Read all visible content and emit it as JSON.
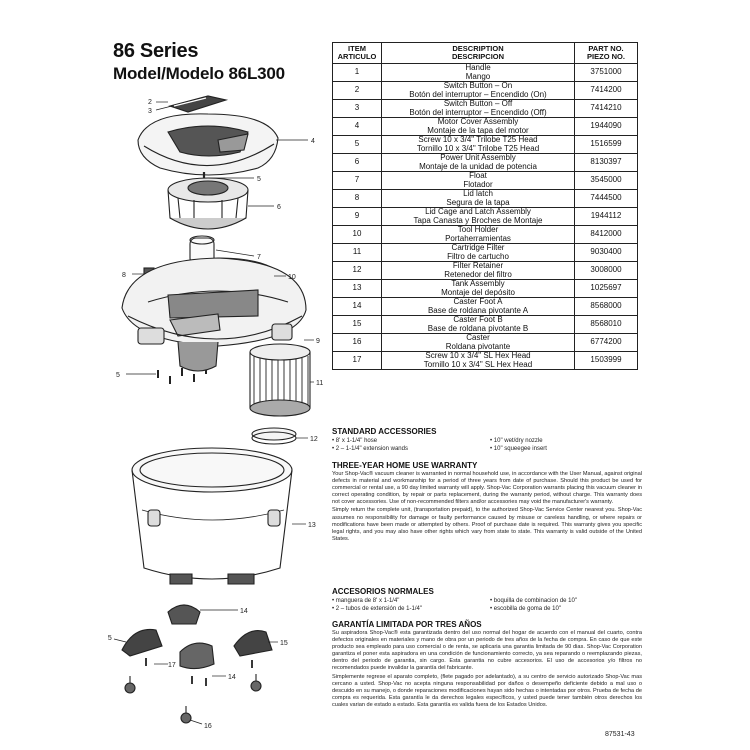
{
  "header": {
    "series": "86 Series",
    "model": "Model/Modelo 86L300"
  },
  "parts_table": {
    "headers": {
      "item": [
        "ITEM",
        "ARTICULO"
      ],
      "description": [
        "DESCRIPTION",
        "DESCRIPCION"
      ],
      "part_no": [
        "PART NO.",
        "PIEZO NO."
      ]
    },
    "rows": [
      {
        "item": "1",
        "en": "Handle",
        "es": "Mango",
        "part": "3751000"
      },
      {
        "item": "2",
        "en": "Switch Button – On",
        "es": "Botón del interruptor – Encendido (On)",
        "part": "7414200"
      },
      {
        "item": "3",
        "en": "Switch Button – Off",
        "es": "Botón del interruptor – Encendido (Off)",
        "part": "7414210"
      },
      {
        "item": "4",
        "en": "Motor Cover Assembly",
        "es": "Montaje de la tapa del motor",
        "part": "1944090"
      },
      {
        "item": "5",
        "en": "Screw 10 x 3/4\" Trilobe T25 Head",
        "es": "Tornillo 10 x 3/4\" Trilobe T25 Head",
        "part": "1516599"
      },
      {
        "item": "6",
        "en": "Power Unit Assembly",
        "es": "Montaje de la unidad de potencia",
        "part": "8130397"
      },
      {
        "item": "7",
        "en": "Float",
        "es": "Flotador",
        "part": "3545000"
      },
      {
        "item": "8",
        "en": "Lid latch",
        "es": "Segura de la tapa",
        "part": "7444500"
      },
      {
        "item": "9",
        "en": "Lid Cage and Latch Assembly",
        "es": "Tapa Canasta y Broches de Montaje",
        "part": "1944112"
      },
      {
        "item": "10",
        "en": "Tool Holder",
        "es": "Portaherramientas",
        "part": "8412000"
      },
      {
        "item": "11",
        "en": "Cartridge Filter",
        "es": "Filtro de cartucho",
        "part": "9030400"
      },
      {
        "item": "12",
        "en": "Filter Retainer",
        "es": "Retenedor del filtro",
        "part": "3008000"
      },
      {
        "item": "13",
        "en": "Tank Assembly",
        "es": "Montaje del depósito",
        "part": "1025697"
      },
      {
        "item": "14",
        "en": "Caster Foot A",
        "es": "Base de roldana pivotante A",
        "part": "8568000"
      },
      {
        "item": "15",
        "en": "Caster Foot B",
        "es": "Base de roldana pivotante B",
        "part": "8568010"
      },
      {
        "item": "16",
        "en": "Caster",
        "es": "Roldana pivotante",
        "part": "6774200"
      },
      {
        "item": "17",
        "en": "Screw 10 x 3/4\" SL Hex Head",
        "es": "Tornillo 10 x 3/4\" SL Hex Head",
        "part": "1503999"
      }
    ]
  },
  "diagram": {
    "callouts": [
      "2",
      "3",
      "4",
      "5",
      "6",
      "7",
      "8",
      "10",
      "9",
      "5",
      "11",
      "12",
      "13",
      "14",
      "15",
      "15",
      "17",
      "14",
      "16"
    ]
  },
  "standard_accessories": {
    "heading": "STANDARD ACCESSORIES",
    "items": [
      "8' x 1-1/4\" hose",
      "10\" wet/dry nozzle",
      "2 – 1-1/4\" extension wands",
      "10\" squeegee insert"
    ]
  },
  "warranty": {
    "heading": "THREE-YEAR HOME USE WARRANTY",
    "paragraphs": [
      "Your Shop-Vac® vacuum cleaner is warranted in normal household use, in accordance with the User Manual, against original defects in material and workmanship for a period of three years from date of purchase. Should this product be used for commercial or rental use, a 90 day limited warranty will apply. Shop-Vac Corporation warrants placing this vacuum cleaner in correct operating condition, by repair or parts replacement, during the warranty period, without charge. This warranty does not cover accessories. Use of non-recommended filters and/or accessories may void the manufacturer's warranty.",
      "Simply return the complete unit, (transportation prepaid), to the authorized Shop-Vac Service Center nearest you. Shop-Vac assumes no responsibility for damage or faulty performance caused by misuse or careless handling, or where repairs or modifications have been made or attempted by others. Proof of purchase date is required. This warranty gives you specific legal rights, and you may also have other rights which vary from state to state. This warranty is valid outside of the United States."
    ]
  },
  "accesorios": {
    "heading": "ACCESORIOS NORMALES",
    "items": [
      "manguera de 8' x 1-1/4\"",
      "boquilla de combinacion de 10\"",
      "2 – tubos de extensión de 1-1/4\"",
      "escobilla de goma de 10\""
    ]
  },
  "garantia": {
    "heading": "GARANTÍA LIMITADA POR TRES AÑOS",
    "paragraphs": [
      "Su aspiradora Shop-Vac® esta garantizada dentro del uso normal del hogar de acuerdo con el manual del cuarto, contra defectos originales en materiales y mano de obra por un periodo de tres años de la fecha de compra. En caso de que este producto sea empleado para uso comercial o de renta, se aplicaria una garantia limitada de 90 dias. Shop-Vac Corporation garantiza el poner esta aspiradora en una condición de funcionamiento correcto, ya sea reparando o reemplazando piezas, dentro del periodo de garantia, sin cargo. Esta garantia no cubre accesorios. El uso de accesorios y/o filtros no recomendados puede invalidar la garantía del fabricante.",
      "Simplemente regrese el aparato completo, (flete pagado por adelantado), a su centro de servicio autorizado Shop-Vac mas cercano a usted. Shop-Vac no acepta ninguna responsabilidad por daños o desempeño deficiente debido a mal uso o descuido en su manejo, o donde reparaciones modificaciones hayan sido hechas o intentadas por otros. Prueba de fecha de compra es requerida. Esta garantía le da derechos legales específicos, y usted puede tener también otros derechos los cuales varian de estado a estado. Esta garantía es valida fuera de los Estados Unidos."
    ]
  },
  "footer": {
    "doc_number": "87531-43"
  }
}
